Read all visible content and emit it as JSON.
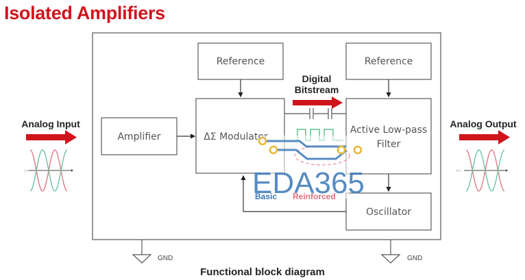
{
  "title": "Isolated Amplifiers",
  "caption": "Functional block diagram",
  "input": {
    "label": "Analog Input",
    "axis_label": "0 V"
  },
  "output": {
    "label": "Analog Output",
    "axis_label": "0 V"
  },
  "blocks": {
    "reference_left": "Reference",
    "reference_right": "Reference",
    "amplifier": "Amplifier",
    "modulator": "ΔΣ Modulator",
    "filter_line1": "Active Low-pass",
    "filter_line2": "Filter",
    "oscillator": "Oscillator"
  },
  "bitstream": {
    "line1": "Digital",
    "line2": "Bitstream"
  },
  "ground": {
    "left": "GND",
    "right": "GND"
  },
  "watermark": {
    "text": "EDA365",
    "basic": "Basic",
    "reinforced": "Reinforced"
  },
  "colors": {
    "title": "#d0141c",
    "arrow": "#d0141c",
    "wave_red": "#e07a86",
    "wave_green": "#6cc4a0",
    "bitstream_wave": "#5cc48a",
    "watermark_blue": "#3a78b8",
    "watermark_gold": "#e8b830"
  }
}
